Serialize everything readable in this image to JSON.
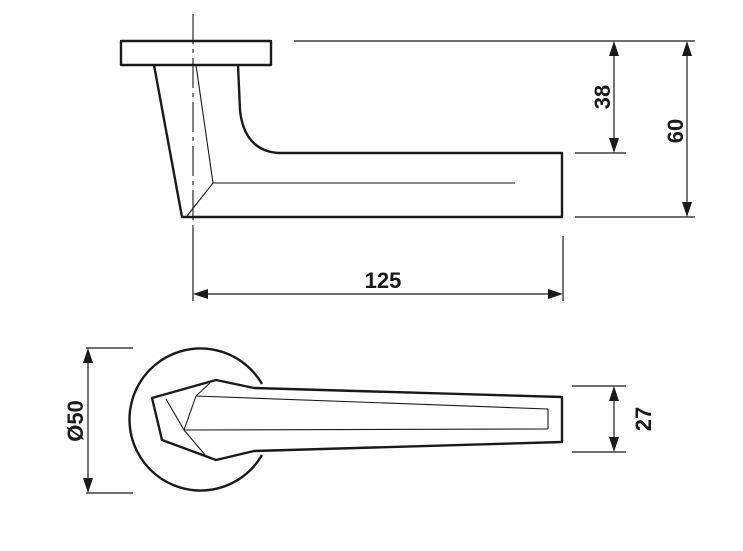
{
  "dimensions": {
    "d38": "38",
    "d60": "60",
    "d125": "125",
    "d50": "Ø50",
    "d27": "27"
  },
  "colors": {
    "line": "#1a1a1a",
    "background": "#ffffff"
  }
}
